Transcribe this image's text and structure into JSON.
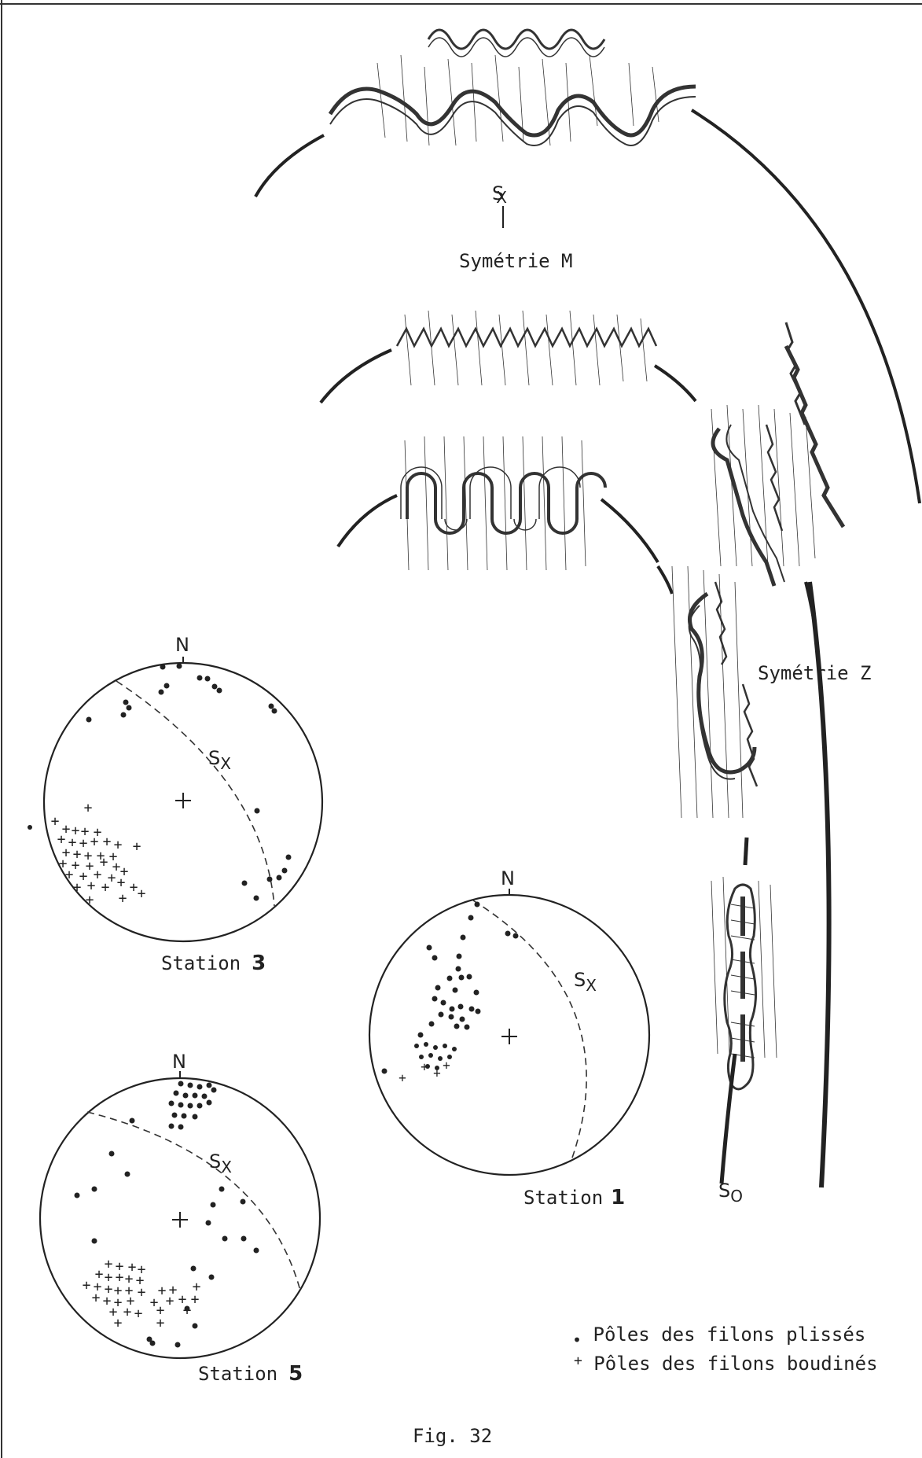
{
  "figure": {
    "caption": "Fig. 32",
    "symmetry_m": "Symétrie M",
    "symmetry_z": "Symétrie Z",
    "sx_base": "S",
    "sx_sub": "X",
    "so_base": "S",
    "so_sub": "O"
  },
  "stations": [
    {
      "id": "station-3",
      "name": "Station",
      "number": "3",
      "north": "N",
      "plane_label_base": "S",
      "plane_label_sub": "X"
    },
    {
      "id": "station-1",
      "name": "Station",
      "number": "1",
      "north": "N",
      "plane_label_base": "S",
      "plane_label_sub": "X"
    },
    {
      "id": "station-5",
      "name": "Station",
      "number": "5",
      "north": "N",
      "plane_label_base": "S",
      "plane_label_sub": "X"
    }
  ],
  "legend": {
    "dots_symbol": "•",
    "dots_label": "Pôles des filons plissés",
    "crosses_symbol": "+",
    "crosses_label": "Pôles des filons boudinés"
  }
}
